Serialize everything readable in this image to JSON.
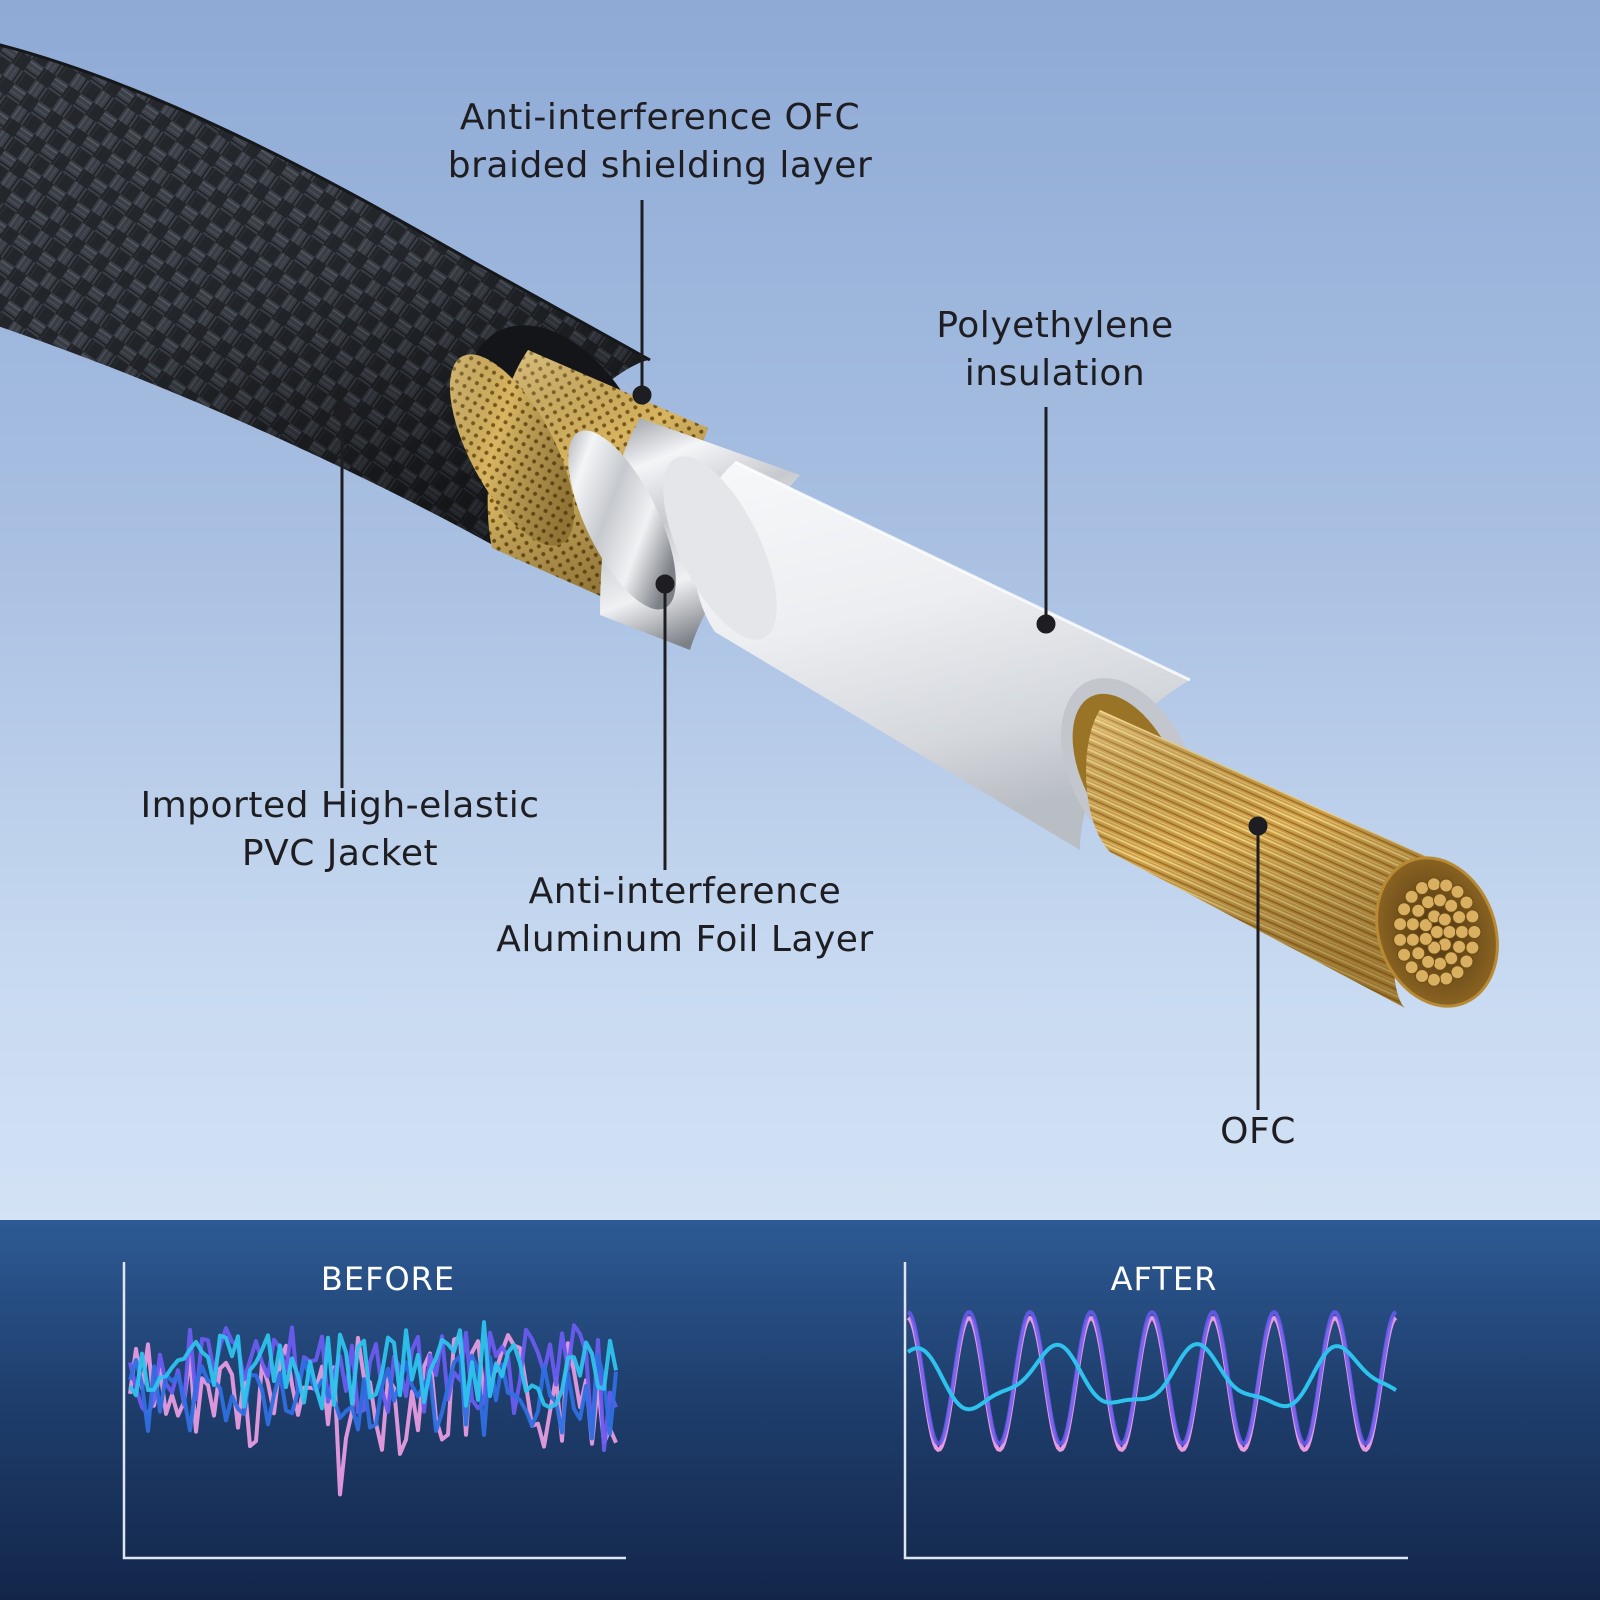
{
  "labels": {
    "braided_shield": {
      "line1": "Anti-interference OFC",
      "line2": "braided shielding layer"
    },
    "insulation": {
      "line1": "Polyethylene",
      "line2": "insulation"
    },
    "jacket": {
      "line1": "Imported High-elastic",
      "line2": "PVC Jacket"
    },
    "foil": {
      "line1": "Anti-interference",
      "line2": "Aluminum Foil Layer"
    },
    "conductor": {
      "line1": "OFC"
    }
  },
  "comparison": {
    "before_title": "BEFORE",
    "after_title": "AFTER"
  },
  "colors": {
    "braid": "#2a2d33",
    "shield_gold": "#c9a24a",
    "foil_silver": "#b9bcc2",
    "insulation_white": "#e9ebee",
    "conductor_gold": "#d7ad52",
    "wave_pink": "#e79be0",
    "wave_violet": "#6a5cf0",
    "wave_cyan": "#2ec3ee",
    "wave_blue": "#2f6fe0"
  },
  "icons": {
    "cable": "coaxial-cable-cross-section-illustration",
    "before_waveform": "noisy-signal-waveform",
    "after_waveform": "clean-signal-waveform"
  }
}
